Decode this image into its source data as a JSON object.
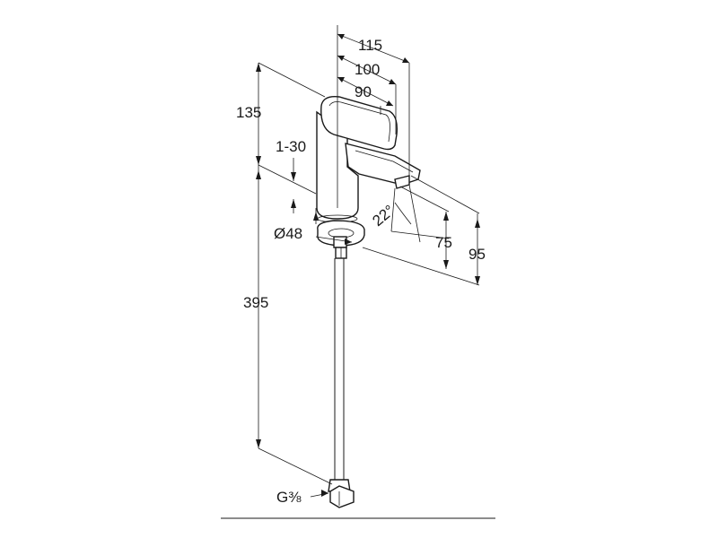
{
  "dimensions": {
    "d115": "115",
    "d100": "100",
    "d90": "90",
    "d135": "135",
    "d1_30": "1-30",
    "d48": "Ø48",
    "d22": "22°",
    "d75": "75",
    "d95": "95",
    "d395": "395",
    "thread": "G",
    "thread_fraction": "⅜"
  }
}
